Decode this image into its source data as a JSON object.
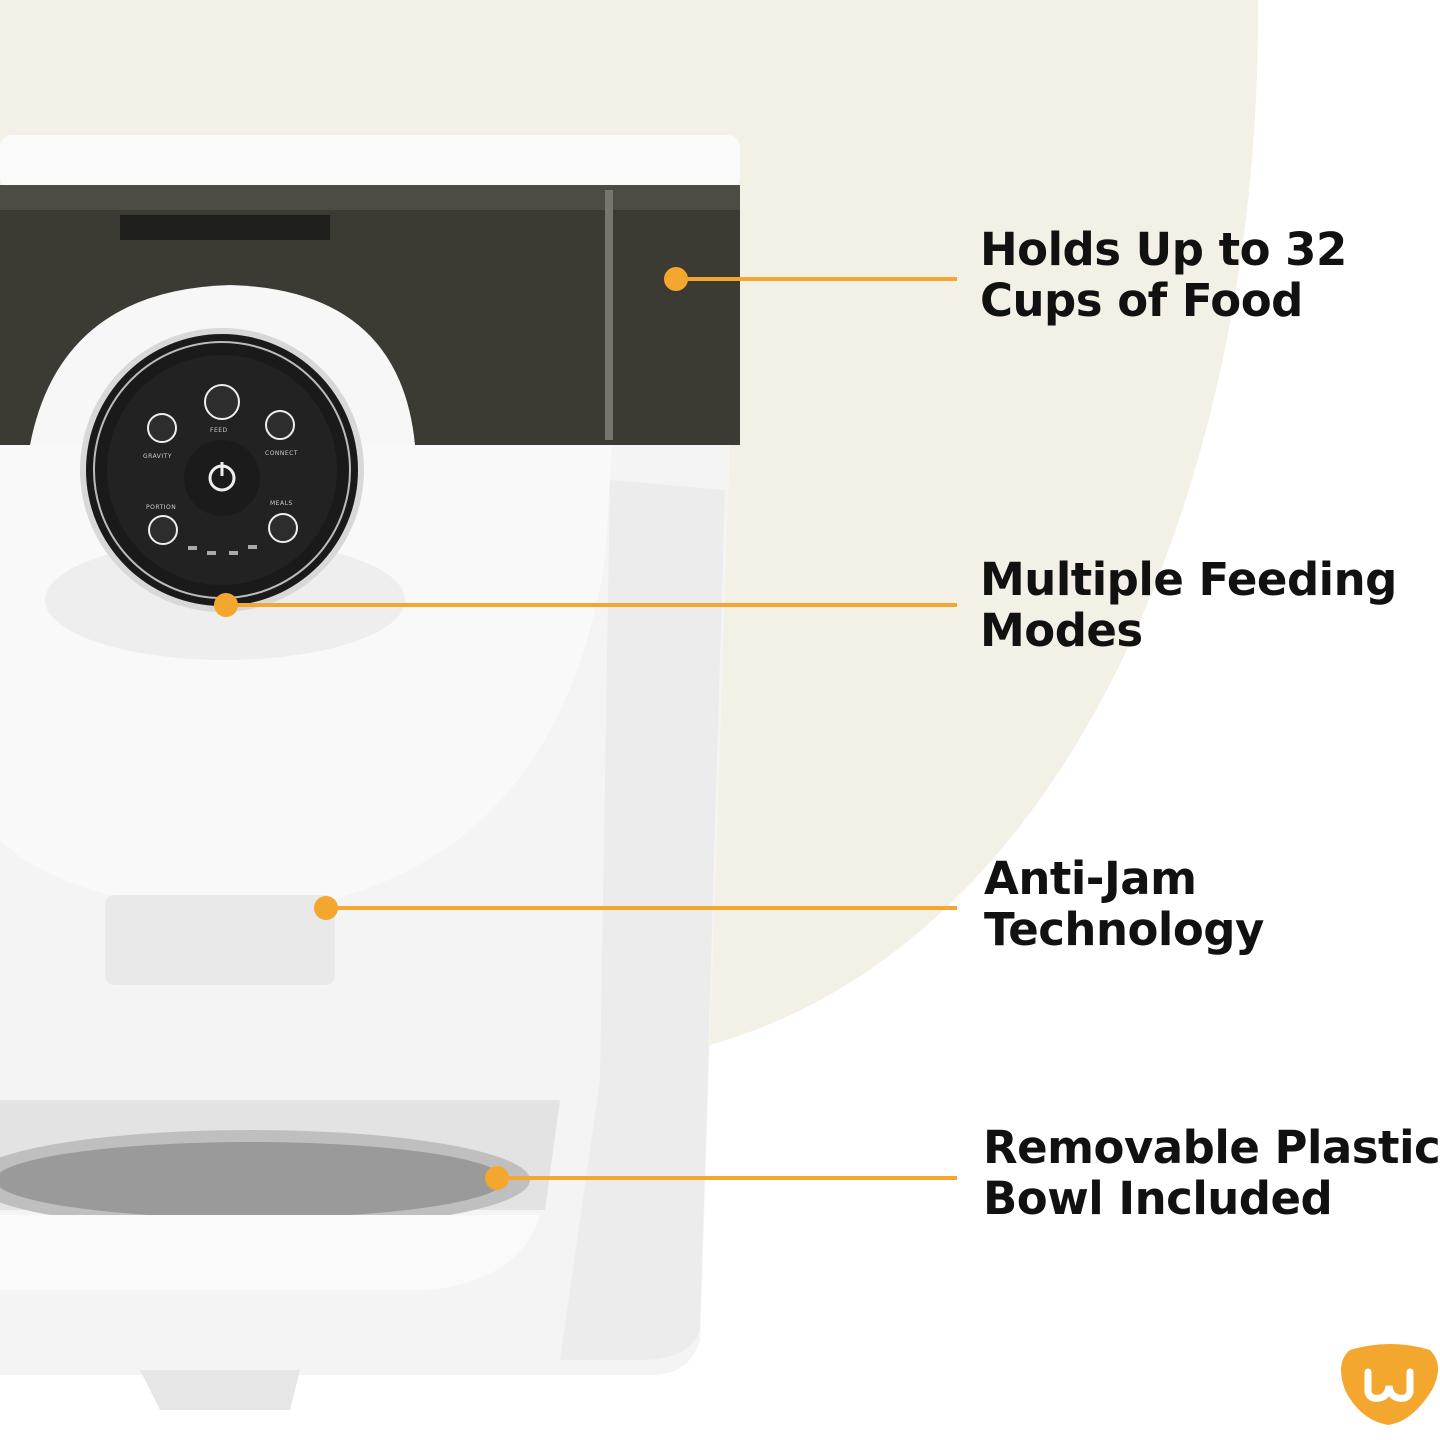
{
  "colors": {
    "accent": "#f4a72f",
    "background_shape": "#f3f0e5",
    "tank": "#3b3a33"
  },
  "panel": {
    "labels": {
      "feed": "FEED",
      "gravity": "GRAVITY",
      "connect": "CONNECT",
      "portion": "PORTION",
      "meals": "MEALS"
    }
  },
  "callouts": [
    {
      "line1": "Holds Up to 32",
      "line2": "Cups of Food"
    },
    {
      "line1": "Multiple Feeding",
      "line2": "Modes"
    },
    {
      "line1": "Anti-Jam",
      "line2": "Technology"
    },
    {
      "line1": "Removable Plastic",
      "line2": "Bowl Included"
    }
  ],
  "logo": {
    "letter": "w",
    "icon": "brand-logo-icon"
  }
}
